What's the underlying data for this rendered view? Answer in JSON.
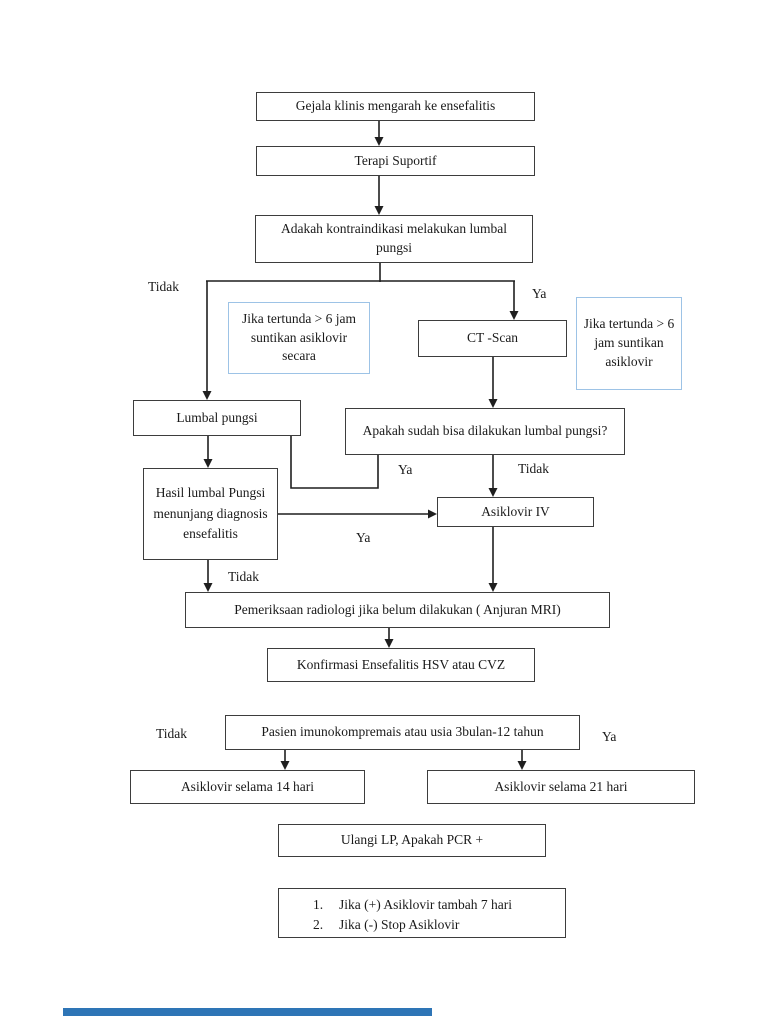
{
  "colors": {
    "background": "#ffffff",
    "box_border": "#3d3d3d",
    "note_border": "#9dc3e6",
    "line": "#1f1f1f",
    "bottom_bar": "#2e75b6"
  },
  "nodes": {
    "gejala": "Gejala klinis mengarah ke ensefalitis",
    "terapi": "Terapi Suportif",
    "kontraindikasi": "Adakah kontraindikasi melakukan lumbal pungsi",
    "note_left": "Jika tertunda > 6 jam suntikan asiklovir secara",
    "ct_scan": "CT -Scan",
    "note_right": "Jika tertunda > 6 jam suntikan asiklovir",
    "lumbal_pungsi": "Lumbal pungsi",
    "apakah_sudah": "Apakah sudah bisa dilakukan lumbal pungsi?",
    "hasil_lumbal": "Hasil lumbal Pungsi menunjang diagnosis ensefalitis",
    "asiklovir_iv": "Asiklovir IV",
    "pemeriksaan": "Pemeriksaan radiologi jika belum dilakukan ( Anjuran MRI)",
    "konfirmasi": "Konfirmasi Ensefalitis HSV atau CVZ",
    "pasien": "Pasien imunokompremais atau usia  3bulan-12 tahun",
    "asiklovir_14": "Asiklovir selama 14 hari",
    "asiklovir_21": "Asiklovir selama 21 hari",
    "ulangi_lp": "Ulangi LP, Apakah PCR +"
  },
  "labels": {
    "tidak_kontra": "Tidak",
    "ya_kontra": "Ya",
    "ya_lp": "Ya",
    "tidak_lp": "Tidak",
    "ya_hasil": "Ya",
    "tidak_hasil": "Tidak",
    "tidak_usia": "Tidak",
    "ya_usia": "Ya"
  },
  "list": {
    "items": [
      {
        "num": "1.",
        "text": "Jika (+) Asiklovir tambah 7 hari"
      },
      {
        "num": "2.",
        "text": "Jika (-) Stop Asiklovir"
      }
    ]
  }
}
